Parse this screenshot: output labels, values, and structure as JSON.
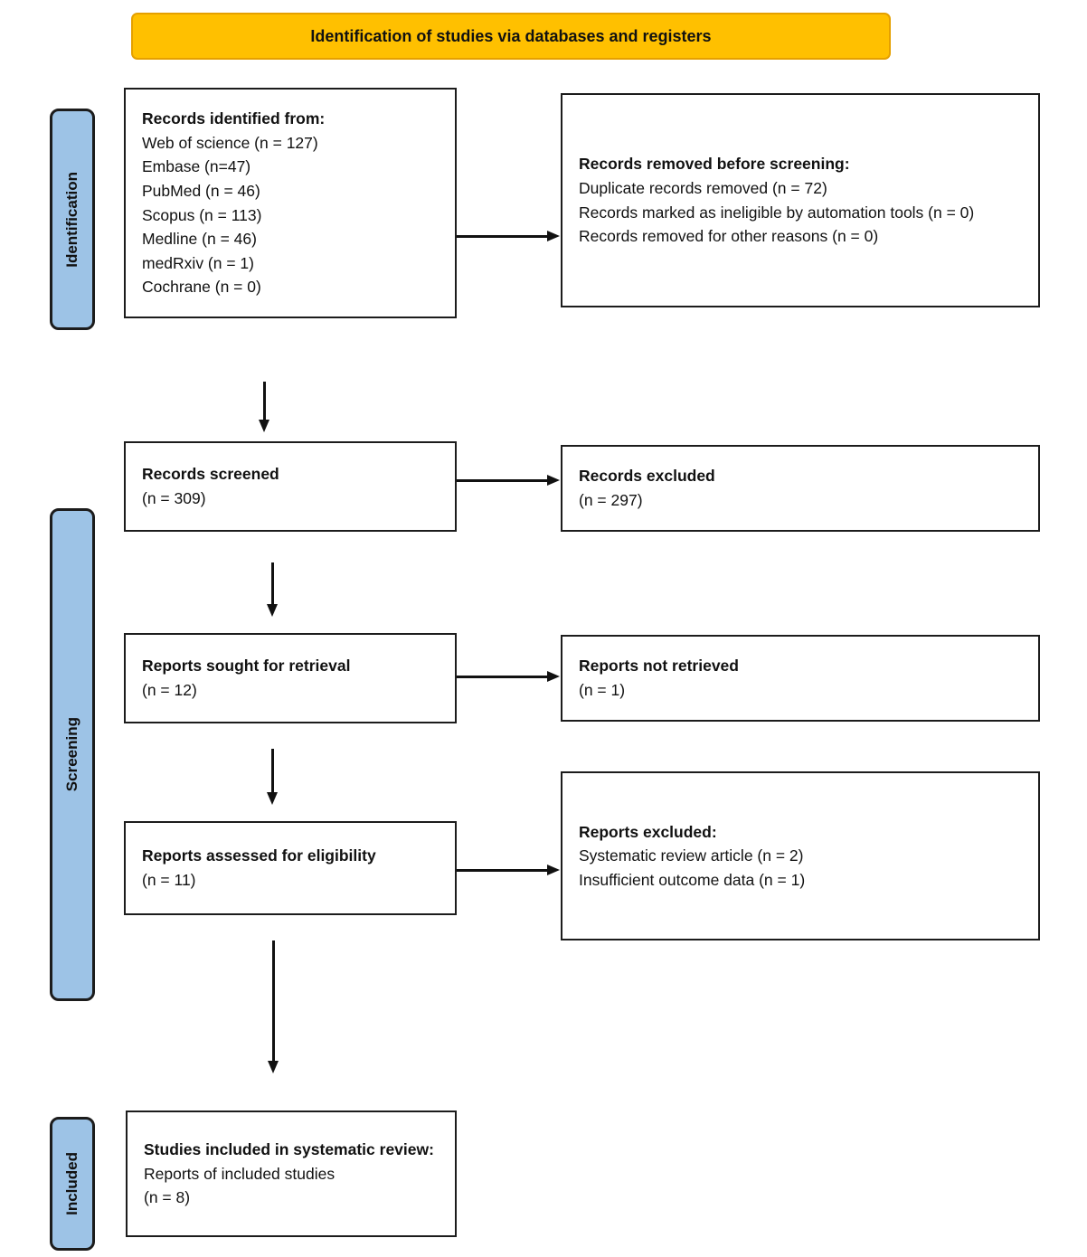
{
  "banner": {
    "title": "Identification of studies via databases and registers"
  },
  "colors": {
    "banner_bg": "#FFC000",
    "banner_border": "#E5A000",
    "stage_bg": "#9DC3E6",
    "box_border": "#1C1C1C",
    "arrow": "#111111"
  },
  "stages": {
    "identification": "Identification",
    "screening": "Screening",
    "included": "Included"
  },
  "boxes": {
    "records_identified": {
      "title": "Records identified from:",
      "lines": [
        "Web of science (n = 127)",
        "Embase (n=47)",
        "PubMed (n = 46)",
        "Scopus (n = 113)",
        "Medline (n = 46)",
        "medRxiv (n = 1)",
        "Cochrane (n = 0)"
      ]
    },
    "records_removed": {
      "title": "Records removed before screening:",
      "lines": [
        "Duplicate records removed (n = 72)",
        "Records marked as ineligible by automation tools (n = 0)",
        "Records removed for other reasons (n = 0)"
      ]
    },
    "records_screened": {
      "title": "Records screened",
      "lines": [
        "(n = 309)"
      ]
    },
    "records_excluded": {
      "title": "Records excluded",
      "lines": [
        "(n = 297)"
      ]
    },
    "reports_sought": {
      "title": "Reports sought for retrieval",
      "lines": [
        "(n = 12)"
      ]
    },
    "reports_not_retrieved": {
      "title": "Reports not retrieved",
      "lines": [
        "(n = 1)"
      ]
    },
    "reports_assessed": {
      "title": "Reports assessed for eligibility",
      "lines": [
        "(n = 11)"
      ]
    },
    "reports_excluded": {
      "title": "Reports excluded:",
      "lines": [
        "Systematic review article (n = 2)",
        "Insufficient outcome data (n = 1)"
      ]
    },
    "studies_included": {
      "title": "Studies included in systematic review:",
      "lines": [
        "Reports of included studies",
        "(n = 8)"
      ]
    }
  }
}
